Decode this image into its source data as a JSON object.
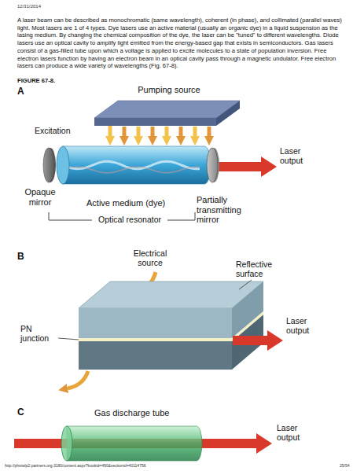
{
  "diagram": {
    "title": "FIGURE 67-8.",
    "nodes": [
      {
        "text": [
          "Pumping source"
        ]
      },
      {
        "text": [
          "Active medium (dye)"
        ]
      },
      {
        "text": [
          "Opaque mirror"
        ]
      },
      {
        "text": [
          "Partially transmitting mirror"
        ]
      },
      {
        "text": [
          "Gas discharge tube"
        ]
      }
    ],
    "edges": [
      {
        "from": 0,
        "to": 1,
        "arrow": "to",
        "label": "Excitation"
      }
    ],
    "labels": [
      "12/31/2014",
      "A laser beam can be described as monochromatic (same wavelength), coherent (in phase), and collimated (parallel waves) light. Most lasers are 1 of 4 types. Dye lasers use an active material (usually an organic dye) in a liquid suspension as the lasing medium. By changing the chemical composition of the dye, the laser can be \"tuned\" to different wavelengths. Diode lasers use an optical cavity to amplify light emitted from the energy-based gap that exists in semiconductors. Gas lasers consist of a gas-filled tube upon which a voltage is applied to excite molecules to a state of population inversion. Free electron lasers function by having an electron beam in an optical cavity pass through a magnetic undulator. Free electron lasers can produce a wide variety of wavelengths (Fig. 67-8).",
      "A",
      "Laser output",
      "Optical resonator",
      "B",
      "Electrical source",
      "Reflective surface",
      "Laser output",
      "PN junction",
      "C",
      "Laser output",
      "http://phstwlp2.partners.org:3180/content.aspx?bookid=490&sectionid=40114756",
      "25/54"
    ]
  }
}
